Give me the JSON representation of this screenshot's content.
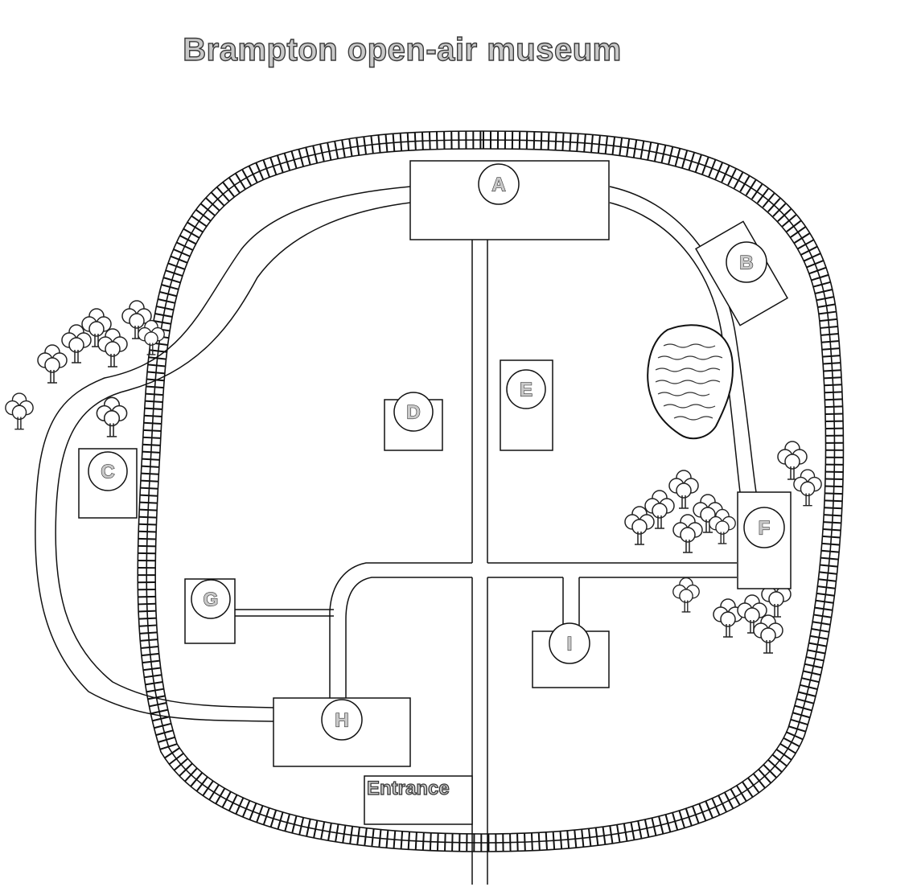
{
  "title": "Brampton open-air museum",
  "labels": {
    "a": "A",
    "b": "B",
    "c": "C",
    "d": "D",
    "e": "E",
    "f": "F",
    "g": "G",
    "h": "H",
    "i": "I"
  },
  "entrance": "Entrance",
  "colors": {
    "ink": "#111111",
    "label_fill": "#c9c9c9",
    "background": "#ffffff"
  }
}
